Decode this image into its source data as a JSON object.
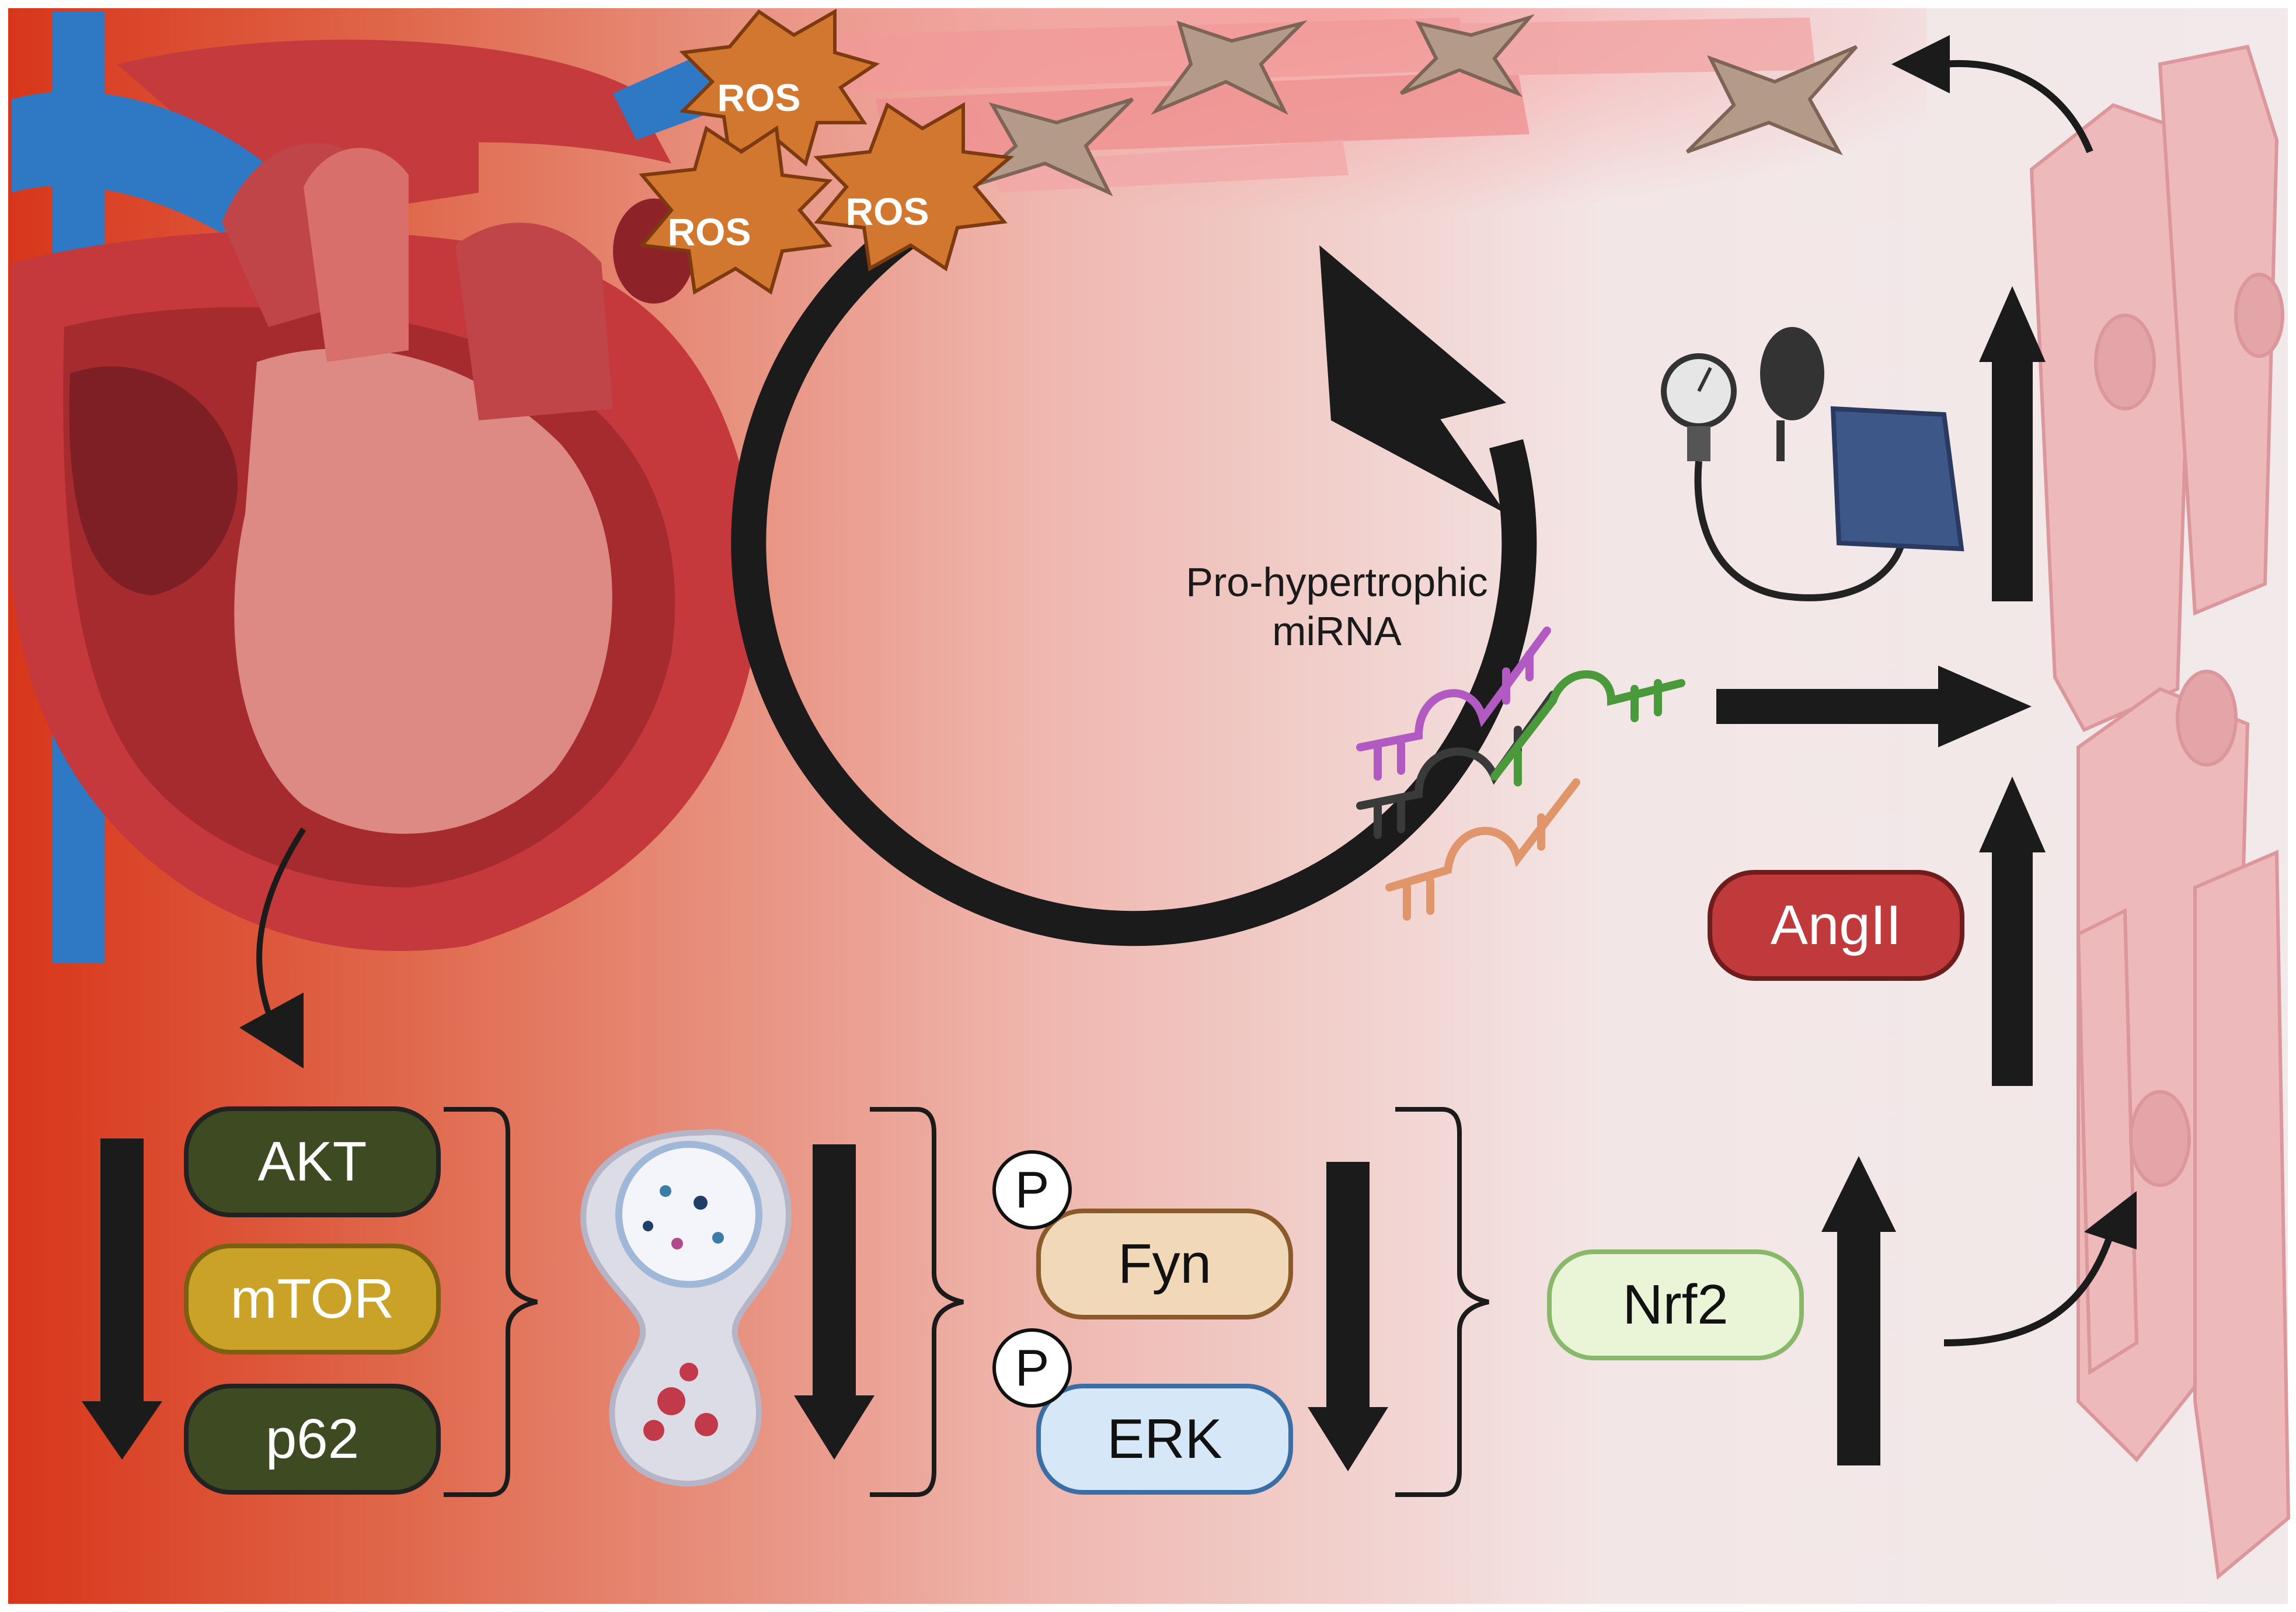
{
  "ros_labels": [
    "ROS",
    "ROS",
    "ROS"
  ],
  "mirna_label": "Pro-hypertrophic miRNA",
  "proteins": {
    "akt": "AKT",
    "mtor": "mTOR",
    "p62": "p62",
    "fyn": "Fyn",
    "erk": "ERK",
    "nrf2": "Nrf2",
    "angii": "AngII"
  },
  "phospho_label": "P",
  "colors": {
    "akt": "#3e4a21",
    "mtor": "#c9a227",
    "p62": "#3e4a21",
    "fyn": "#f1d8b8",
    "erk": "#d6e8f7",
    "nrf2": "#e9f5d6",
    "angii": "#c0393b",
    "ros": "#d2772f",
    "arrow": "#1b1b1b"
  }
}
